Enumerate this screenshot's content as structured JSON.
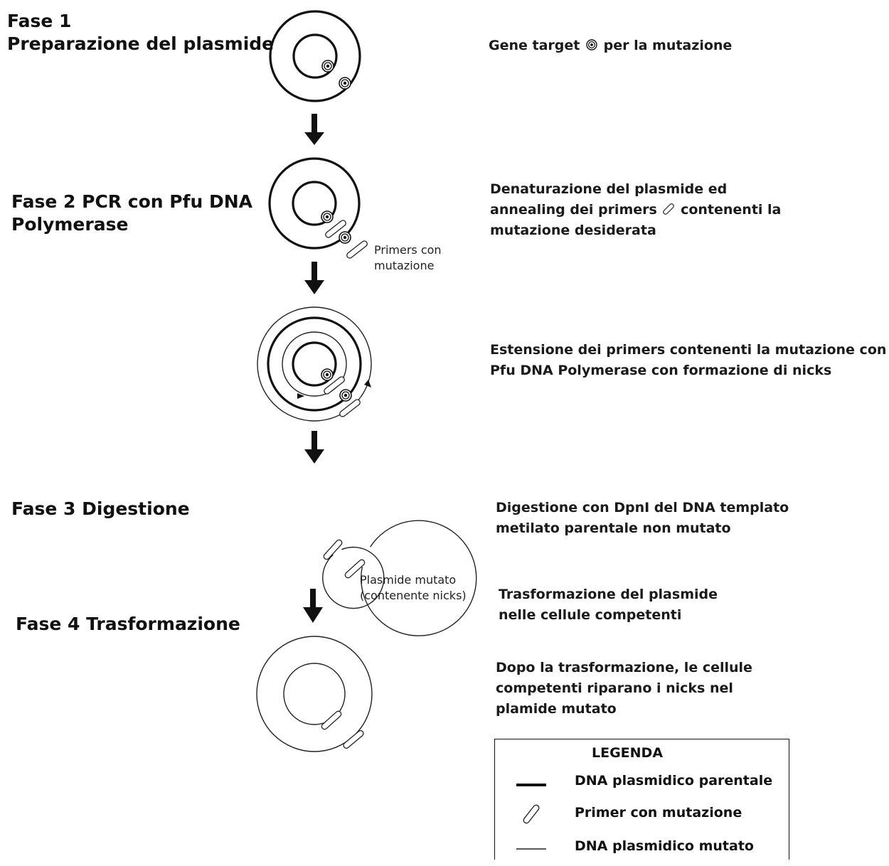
{
  "phases": {
    "fase1": "Fase 1\nPreparazione del plasmide",
    "fase2": "Fase 2  PCR con Pfu DNA\nPolymerase",
    "fase3": "Fase 3 Digestione",
    "fase4": "Fase 4 Trasformazione"
  },
  "steps": {
    "gene_target_before": "Gene target",
    "gene_target_after": "per la mutazione",
    "denaturation_line1": "Denaturazione del plasmide ed",
    "denaturation_line2_before": "annealing dei primers",
    "denaturation_line2_after": "contenenti la",
    "denaturation_line3": "mutazione desiderata",
    "extension": "Estensione dei primers contenenti la mutazione con\nPfu DNA Polymerase con formazione di nicks",
    "digestion": "Digestione con DpnI del DNA templato\nmetilato parentale non mutato",
    "transformation": "Trasformazione del plasmide\nnelle cellule competenti",
    "repair": "Dopo la trasformazione, le cellule\ncompetenti riparano i nicks nel\nplamide mutato"
  },
  "annotations": {
    "primers_with_mutation": "Primers con\nmutazione",
    "mutated_plasmid": "Plasmide mutato\n(contenente nicks)"
  },
  "legend": {
    "title": "LEGENDA",
    "items": [
      {
        "symbol": "thick-line",
        "label": "DNA plasmidico parentale"
      },
      {
        "symbol": "primer",
        "label": "Primer con mutazione"
      },
      {
        "symbol": "thin-line",
        "label": "DNA plasmidico mutato"
      }
    ]
  },
  "colors": {
    "ink": "#111111",
    "primer_fill": "#ffffff"
  }
}
